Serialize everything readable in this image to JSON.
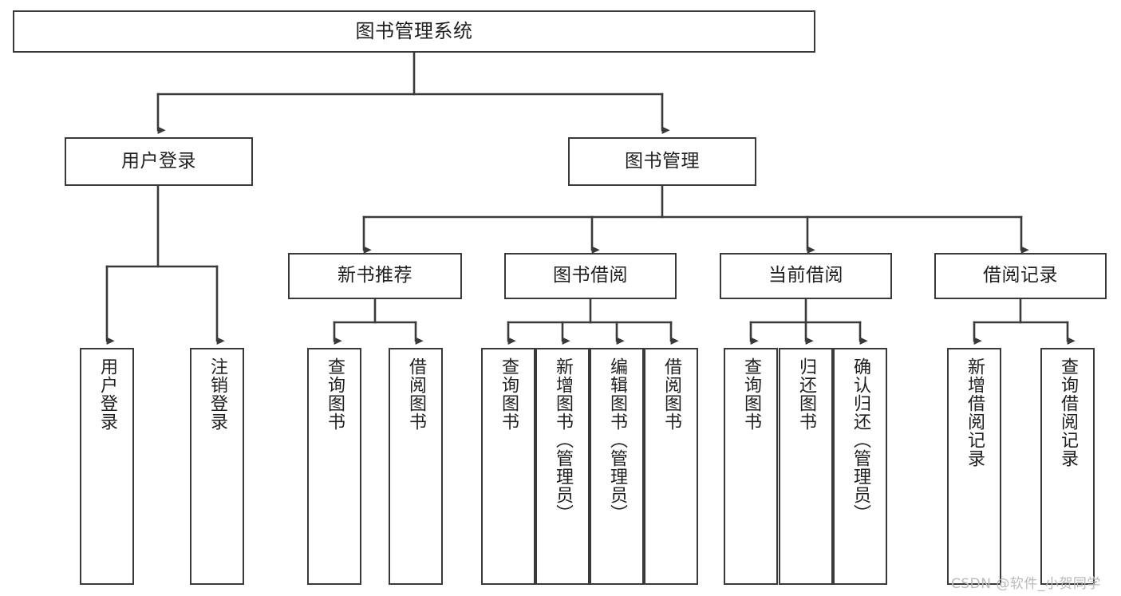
{
  "diagram": {
    "type": "tree-hierarchy",
    "orientation": "top-down",
    "title": "图书管理系统",
    "colors": {
      "background": "#ffffff",
      "box_border": "#3a3a3a",
      "box_fill": "#ffffff",
      "text": "#1f1f1f",
      "connector": "#3a3a3a",
      "watermark": "#b9b9b9"
    },
    "root": {
      "label": "图书管理系统",
      "level": 0
    },
    "level1": [
      {
        "id": "user-login",
        "label": "用户登录"
      },
      {
        "id": "book-manage",
        "label": "图书管理"
      }
    ],
    "level2": [
      {
        "id": "new-book-recommend",
        "label": "新书推荐",
        "parent": "book-manage"
      },
      {
        "id": "book-borrow",
        "label": "图书借阅",
        "parent": "book-manage"
      },
      {
        "id": "current-borrow",
        "label": "当前借阅",
        "parent": "book-manage"
      },
      {
        "id": "borrow-record",
        "label": "借阅记录",
        "parent": "book-manage"
      }
    ],
    "leaves": [
      {
        "id": "leaf-user-login",
        "label": "用户登录",
        "parent": "user-login"
      },
      {
        "id": "leaf-logout",
        "label": "注销登录",
        "parent": "user-login"
      },
      {
        "id": "leaf-query-book-1",
        "label": "查询图书",
        "parent": "new-book-recommend"
      },
      {
        "id": "leaf-borrow-book-1",
        "label": "借阅图书",
        "parent": "new-book-recommend"
      },
      {
        "id": "leaf-query-book-2",
        "label": "查询图书",
        "parent": "book-borrow"
      },
      {
        "id": "leaf-add-book",
        "label": "新增图书（管理员）",
        "parent": "book-borrow"
      },
      {
        "id": "leaf-edit-book",
        "label": "编辑图书（管理员）",
        "parent": "book-borrow"
      },
      {
        "id": "leaf-borrow-book-2",
        "label": "借阅图书",
        "parent": "book-borrow"
      },
      {
        "id": "leaf-query-book-3",
        "label": "查询图书",
        "parent": "current-borrow"
      },
      {
        "id": "leaf-return-book",
        "label": "归还图书",
        "parent": "current-borrow"
      },
      {
        "id": "leaf-confirm-return",
        "label": "确认归还（管理员）",
        "parent": "current-borrow"
      },
      {
        "id": "leaf-add-record",
        "label": "新增借阅记录",
        "parent": "borrow-record"
      },
      {
        "id": "leaf-query-record",
        "label": "查询借阅记录",
        "parent": "borrow-record"
      }
    ]
  },
  "watermark": {
    "text": "CSDN @软件_小贺同学"
  }
}
